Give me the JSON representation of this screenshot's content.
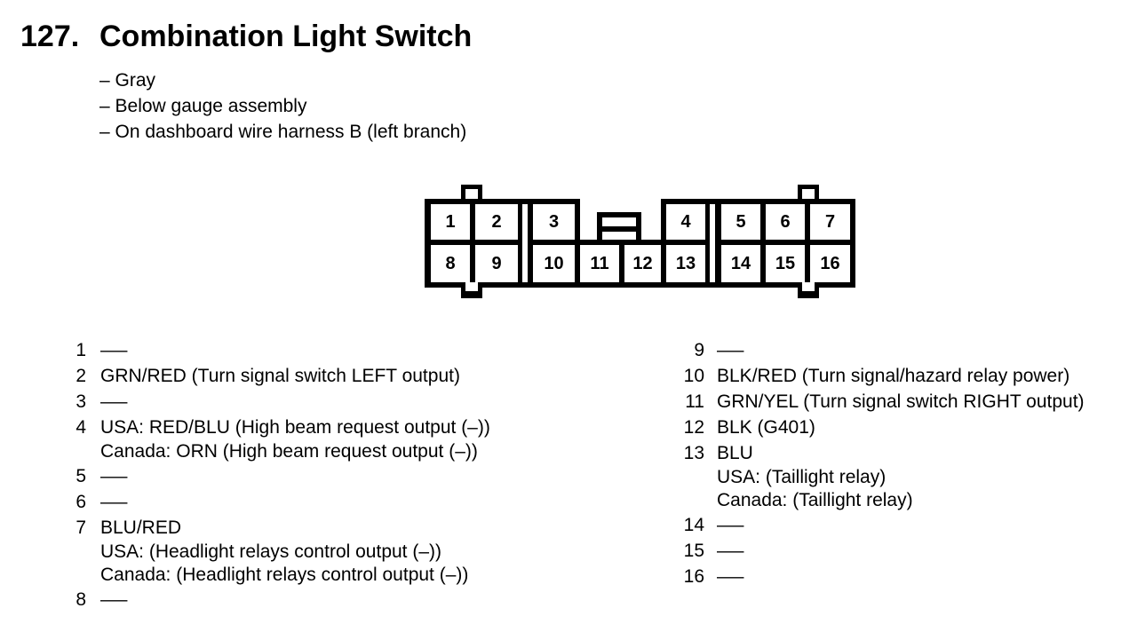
{
  "colors": {
    "ink": "#000000",
    "paper": "#ffffff"
  },
  "header": {
    "section_number": "127.",
    "title": "Combination Light Switch",
    "bullets": [
      "– Gray",
      "– Below gauge assembly",
      "– On dashboard wire harness B (left branch)"
    ]
  },
  "connector": {
    "pins_top": [
      "1",
      "2",
      "3",
      "4",
      "5",
      "6",
      "7"
    ],
    "pins_bottom": [
      "8",
      "9",
      "10",
      "11",
      "12",
      "13",
      "14",
      "15",
      "16"
    ]
  },
  "pins": [
    {
      "num": "1",
      "lines": [
        "—"
      ]
    },
    {
      "num": "2",
      "lines": [
        "GRN/RED (Turn signal switch LEFT output)"
      ]
    },
    {
      "num": "3",
      "lines": [
        "—"
      ]
    },
    {
      "num": "4",
      "lines": [
        "USA: RED/BLU (High beam request output (–))",
        "Canada: ORN (High beam request output (–))"
      ]
    },
    {
      "num": "5",
      "lines": [
        "—"
      ]
    },
    {
      "num": "6",
      "lines": [
        "—"
      ]
    },
    {
      "num": "7",
      "lines": [
        "BLU/RED",
        "USA: (Headlight relays control output (–))",
        "Canada: (Headlight relays control output (–))"
      ]
    },
    {
      "num": "8",
      "lines": [
        "—"
      ]
    },
    {
      "num": "9",
      "lines": [
        "—"
      ]
    },
    {
      "num": "10",
      "lines": [
        "BLK/RED (Turn signal/hazard relay power)"
      ]
    },
    {
      "num": "11",
      "lines": [
        "GRN/YEL (Turn signal switch RIGHT output)"
      ]
    },
    {
      "num": "12",
      "lines": [
        "BLK (G401)"
      ]
    },
    {
      "num": "13",
      "lines": [
        "BLU",
        "USA: (Taillight relay)",
        "Canada: (Taillight relay)"
      ]
    },
    {
      "num": "14",
      "lines": [
        "—"
      ]
    },
    {
      "num": "15",
      "lines": [
        "—"
      ]
    },
    {
      "num": "16",
      "lines": [
        "—"
      ]
    }
  ]
}
